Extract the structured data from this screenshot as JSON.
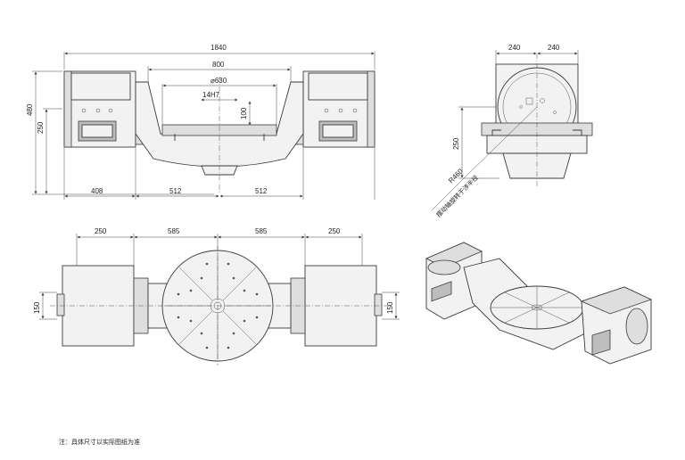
{
  "front_view": {
    "overall_width": "1840",
    "inner_width": "800",
    "table_diameter": "⌀630",
    "bore": "14H7",
    "table_height": "100",
    "total_height": "480",
    "axis_height": "250",
    "left_offset": "408",
    "half_span_left": "512",
    "half_span_right": "512"
  },
  "side_view": {
    "left_width": "240",
    "right_width": "240",
    "axis_height": "250",
    "swing_radius": "R460",
    "swing_note": "摆动轴旋转干涉半径"
  },
  "top_view": {
    "left_motor": "250",
    "left_span": "585",
    "right_span": "585",
    "right_motor": "250",
    "left_depth": "150",
    "right_depth": "150"
  },
  "note": "注：具体尺寸以实际图纸为准"
}
